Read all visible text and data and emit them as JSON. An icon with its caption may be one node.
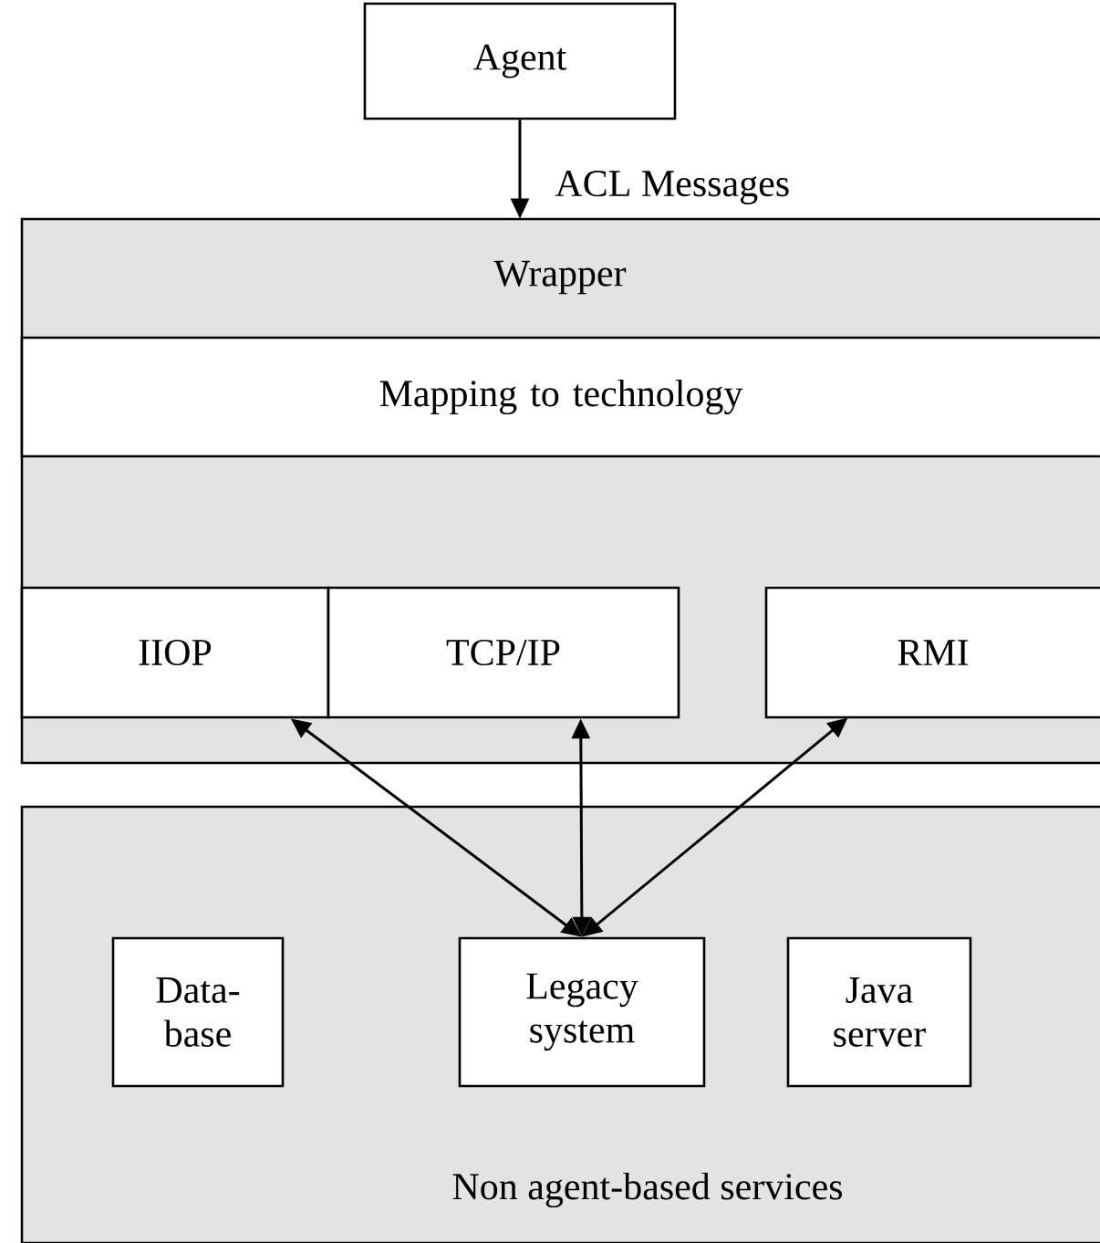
{
  "diagram": {
    "nodes": [
      {
        "text": [
          "Agent"
        ]
      },
      {
        "text": [
          "Wrapper"
        ]
      },
      {
        "text": [
          "Mapping to technology"
        ],
        "in": 1
      },
      {
        "text": [
          "IIOP"
        ],
        "in": 1
      },
      {
        "text": [
          "TCP/IP"
        ],
        "in": 1
      },
      {
        "text": [
          "RMI"
        ],
        "in": 1
      },
      {
        "text": [
          "Non agent-based services"
        ]
      },
      {
        "text": [
          "Data-base"
        ],
        "in": 6
      },
      {
        "text": [
          "Legacy system"
        ],
        "in": 6
      },
      {
        "text": [
          "Java server"
        ],
        "in": 6
      }
    ],
    "edges": [
      {
        "from": 0,
        "to": 1,
        "arrow": "to",
        "label": "ACL Messages"
      },
      {
        "from": 8,
        "to": 3,
        "arrow": "both"
      },
      {
        "from": 8,
        "to": 4,
        "arrow": "both"
      },
      {
        "from": 8,
        "to": 5,
        "arrow": "both"
      }
    ]
  }
}
